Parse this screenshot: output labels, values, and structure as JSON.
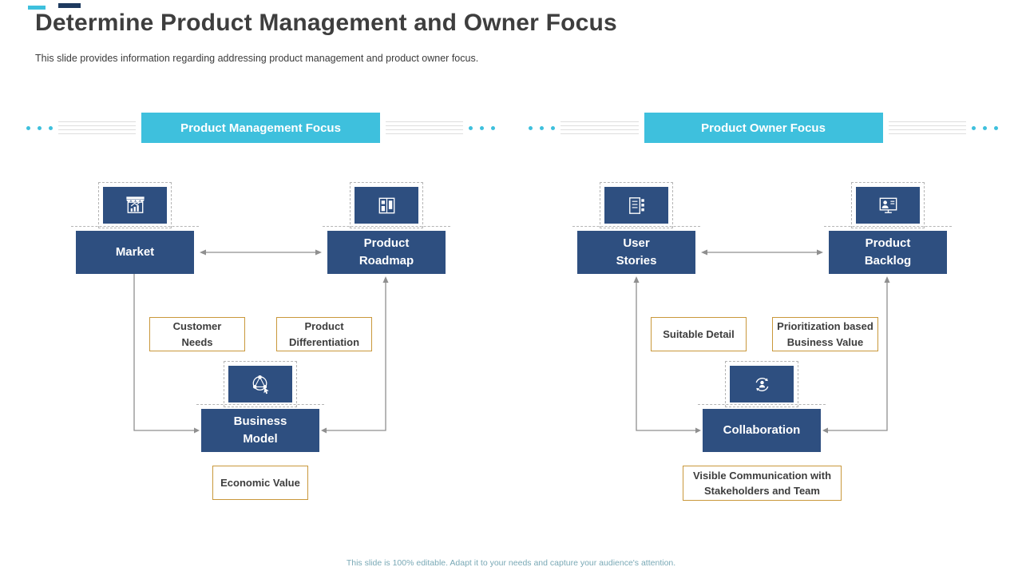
{
  "slide": {
    "title": "Determine Product Management and Owner Focus",
    "subtitle": "This slide provides information regarding addressing product management and product owner focus.",
    "footer": "This slide is 100% editable. Adapt it to your needs and capture your audience's attention."
  },
  "colors": {
    "accent": "#3EC0DD",
    "node": "#2E4F80",
    "outline": "#C9983B",
    "arrow": "#8f8f8f",
    "navy_accent": "#1E3A5F"
  },
  "panels": {
    "left": {
      "header": "Product Management Focus",
      "top_left_node": "Market",
      "top_right_node": "Product\nRoadmap",
      "bottom_node": "Business\nModel",
      "left_tag": "Customer\nNeeds",
      "right_tag": "Product\nDifferentiation",
      "bottom_tag": "Economic Value",
      "icons": {
        "top_left": "market-store-icon",
        "top_right": "roadmap-board-icon",
        "bottom": "network-share-icon"
      }
    },
    "right": {
      "header": "Product Owner Focus",
      "top_left_node": "User\nStories",
      "top_right_node": "Product\nBacklog",
      "bottom_node": "Collaboration",
      "left_tag": "Suitable Detail",
      "right_tag": "Prioritization based\nBusiness Value",
      "bottom_tag": "Visible Communication with\nStakeholders and Team",
      "icons": {
        "top_left": "user-stories-icon",
        "top_right": "product-backlog-icon",
        "bottom": "collaboration-icon"
      }
    }
  }
}
